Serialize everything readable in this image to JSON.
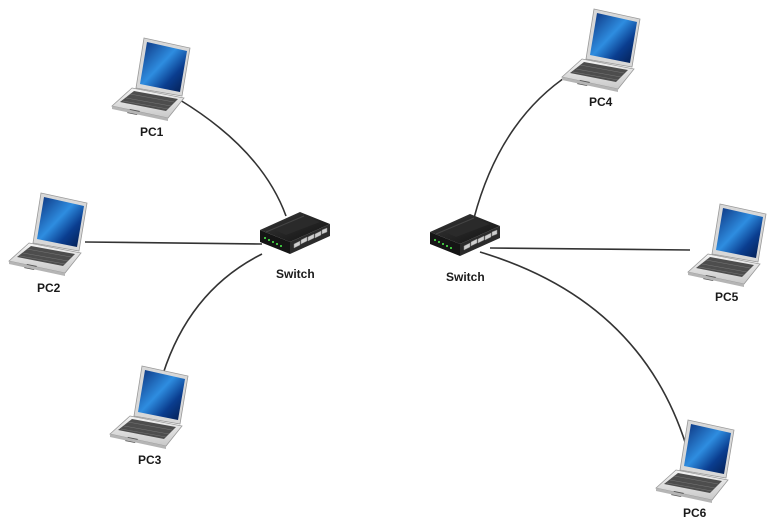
{
  "diagram": {
    "type": "network-topology",
    "colors": {
      "link": "#333333",
      "screen": "#1a6fc4",
      "switch_body": "#1c1c1c",
      "switch_led": "#3fbf3f",
      "laptop_body": "#e6e6e6"
    },
    "switches": [
      {
        "id": "sw1",
        "label": "Switch"
      },
      {
        "id": "sw2",
        "label": "Switch"
      }
    ],
    "pcs": [
      {
        "id": "pc1",
        "label": "PC1",
        "switch": "sw1"
      },
      {
        "id": "pc2",
        "label": "PC2",
        "switch": "sw1"
      },
      {
        "id": "pc3",
        "label": "PC3",
        "switch": "sw1"
      },
      {
        "id": "pc4",
        "label": "PC4",
        "switch": "sw2"
      },
      {
        "id": "pc5",
        "label": "PC5",
        "switch": "sw2"
      },
      {
        "id": "pc6",
        "label": "PC6",
        "switch": "sw2"
      }
    ],
    "links": [
      {
        "from": "pc1",
        "to": "sw1"
      },
      {
        "from": "pc2",
        "to": "sw1"
      },
      {
        "from": "pc3",
        "to": "sw1"
      },
      {
        "from": "pc4",
        "to": "sw2"
      },
      {
        "from": "pc5",
        "to": "sw2"
      },
      {
        "from": "pc6",
        "to": "sw2"
      }
    ]
  }
}
